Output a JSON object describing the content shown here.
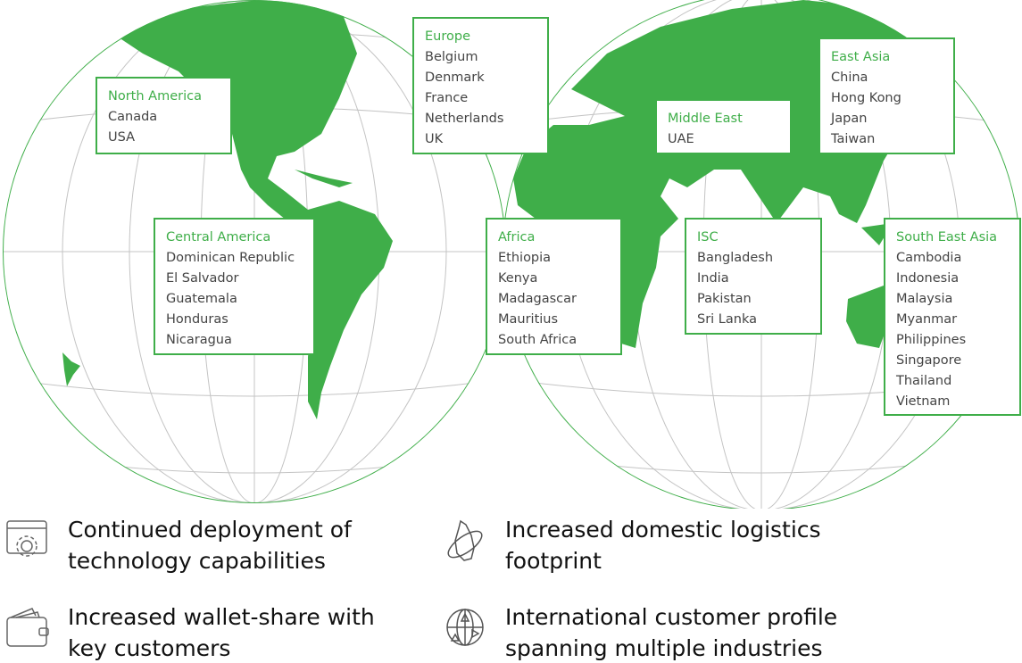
{
  "colors": {
    "accent": "#3fae49",
    "text": "#444444",
    "grid": "#bbbbbb"
  },
  "regions": [
    {
      "name": "North America",
      "countries": [
        "Canada",
        "USA"
      ]
    },
    {
      "name": "Europe",
      "countries": [
        "Belgium",
        "Denmark",
        "France",
        "Netherlands",
        "UK"
      ]
    },
    {
      "name": "Middle East",
      "countries": [
        "UAE"
      ]
    },
    {
      "name": "East Asia",
      "countries": [
        "China",
        "Hong Kong",
        "Japan",
        "Taiwan"
      ]
    },
    {
      "name": "Central America",
      "countries": [
        "Dominican Republic",
        "El Salvador",
        "Guatemala",
        "Honduras",
        "Nicaragua"
      ]
    },
    {
      "name": "Africa",
      "countries": [
        "Ethiopia",
        "Kenya",
        "Madagascar",
        "Mauritius",
        "South Africa"
      ]
    },
    {
      "name": "ISC",
      "countries": [
        "Bangladesh",
        "India",
        "Pakistan",
        "Sri Lanka"
      ]
    },
    {
      "name": "South East Asia",
      "countries": [
        "Cambodia",
        "Indonesia",
        "Malaysia",
        "Myanmar",
        "Philippines",
        "Singapore",
        "Thailand",
        "Vietnam"
      ]
    }
  ],
  "features": [
    {
      "icon": "browser-gear-icon",
      "line1": "Continued deployment of",
      "line2": "technology capabilities"
    },
    {
      "icon": "sri-lanka-orbit-icon",
      "line1": "Increased domestic logistics",
      "line2": "footprint"
    },
    {
      "icon": "wallet-icon",
      "line1": "Increased wallet-share with",
      "line2": "key customers"
    },
    {
      "icon": "globe-arrows-icon",
      "line1": "International customer profile",
      "line2": "spanning multiple industries"
    }
  ]
}
